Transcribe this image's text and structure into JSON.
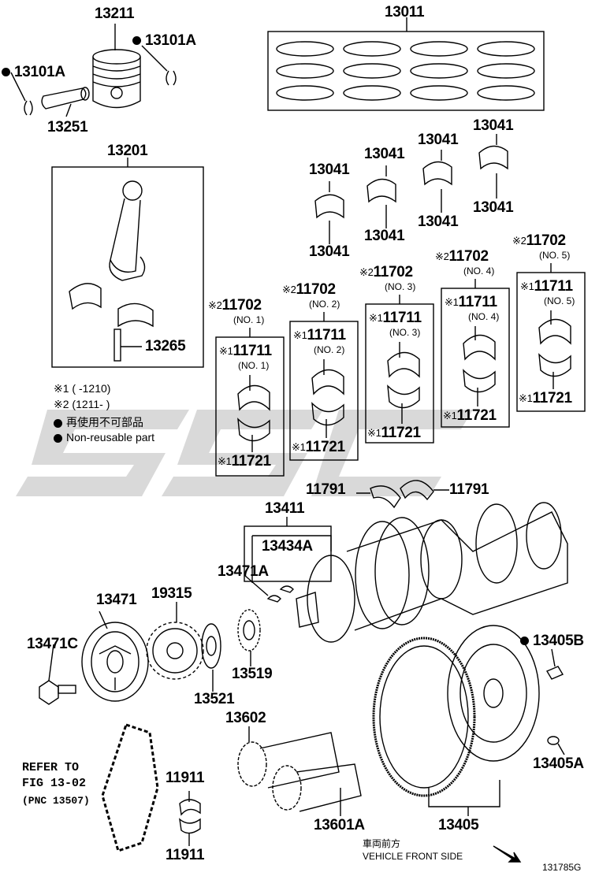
{
  "legend": {
    "note1": "※1 (      -1210)",
    "note2": "※2 (1211-      )",
    "nonreusable_jp": "再使用不可部品",
    "nonreusable_en": "Non-reusable part"
  },
  "footer": {
    "front_jp": "車両前方",
    "front_en": "VEHICLE FRONT SIDE",
    "figure_code": "131785G"
  },
  "refer": {
    "line1": "REFER TO",
    "line2": "FIG 13-02",
    "line3": "(PNC 13507)"
  },
  "labels": {
    "p13211": "13211",
    "p13101A_a": "13101A",
    "p13101A_b": "13101A",
    "p13251": "13251",
    "p13011": "13011",
    "p13201": "13201",
    "p13265": "13265",
    "p13041_1": "13041",
    "p13041_2": "13041",
    "p13041_3": "13041",
    "p13041_4": "13041",
    "p13041_5": "13041",
    "p13041_6": "13041",
    "p13041_7": "13041",
    "p13041_8": "13041",
    "p11702_1": "11702",
    "p11702_2": "11702",
    "p11702_3": "11702",
    "p11702_4": "11702",
    "p11702_5": "11702",
    "p11711_1": "11711",
    "p11711_2": "11711",
    "p11711_3": "11711",
    "p11711_4": "11711",
    "p11711_5": "11711",
    "p11721_1": "11721",
    "p11721_2": "11721",
    "p11721_3": "11721",
    "p11721_4": "11721",
    "p11721_5": "11721",
    "p11791_a": "11791",
    "p11791_b": "11791",
    "p13411": "13411",
    "p13434A": "13434A",
    "p13471A": "13471A",
    "p13471": "13471",
    "p19315": "19315",
    "p13471C": "13471C",
    "p13521": "13521",
    "p13519": "13519",
    "p13405B": "13405B",
    "p13602": "13602",
    "p11911_a": "11911",
    "p11911_b": "11911",
    "p13601A": "13601A",
    "p13405": "13405",
    "p13405A": "13405A"
  },
  "marks": {
    "m1": "※1",
    "m2": "※2"
  },
  "subs": {
    "no1": "(NO. 1)",
    "no2": "(NO. 2)",
    "no3": "(NO. 3)",
    "no4": "(NO. 4)",
    "no5": "(NO. 5)"
  }
}
